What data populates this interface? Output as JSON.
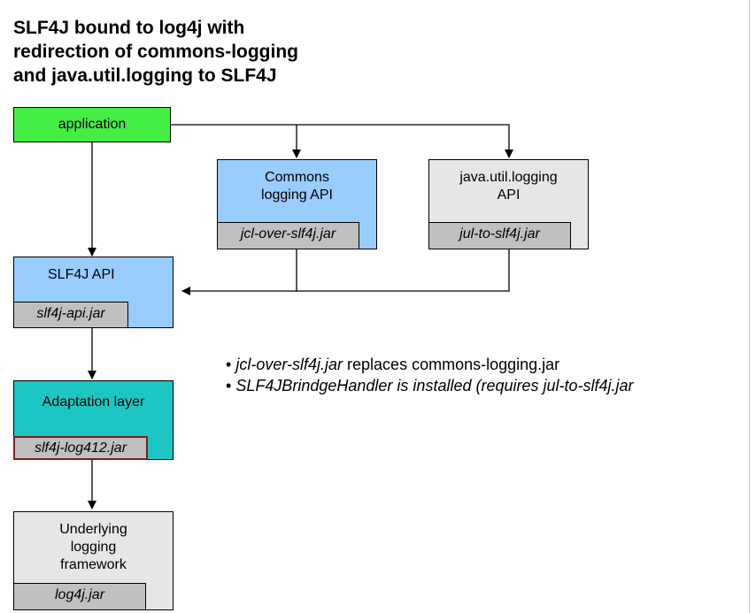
{
  "title": {
    "lines": [
      "SLF4J bound to log4j with",
      "redirection of commons-logging",
      "and java.util.logging to SLF4J"
    ]
  },
  "boxes": {
    "application": {
      "label": "application",
      "color": "#44ee44"
    },
    "commons_logging": {
      "label_lines": [
        "Commons",
        "logging API"
      ],
      "jar": "jcl-over-slf4j.jar",
      "color": "#99ccff"
    },
    "jul": {
      "label_lines": [
        "java.util.logging",
        "API"
      ],
      "jar": "jul-to-slf4j.jar",
      "color": "#e6e6e6"
    },
    "slf4j_api": {
      "label": "SLF4J API",
      "jar": "slf4j-api.jar",
      "color": "#99ccff"
    },
    "adaptation": {
      "label": "Adaptation layer",
      "jar": "slf4j-log412.jar",
      "color": "#1cc6c2",
      "jar_border": "#7f1f1f"
    },
    "underlying": {
      "label_lines": [
        "Underlying",
        "logging",
        "framework"
      ],
      "jar": "log4j.jar",
      "color": "#e6e6e6"
    }
  },
  "notes": [
    {
      "bullet": "•",
      "italic": "jcl-over-slf4j.jar",
      "rest": " replaces commons-logging.jar"
    },
    {
      "bullet": "•",
      "italic": "SLF4JBrindgeHandler is installed (requires jul-to-slf4j.jar",
      "rest": ""
    }
  ]
}
